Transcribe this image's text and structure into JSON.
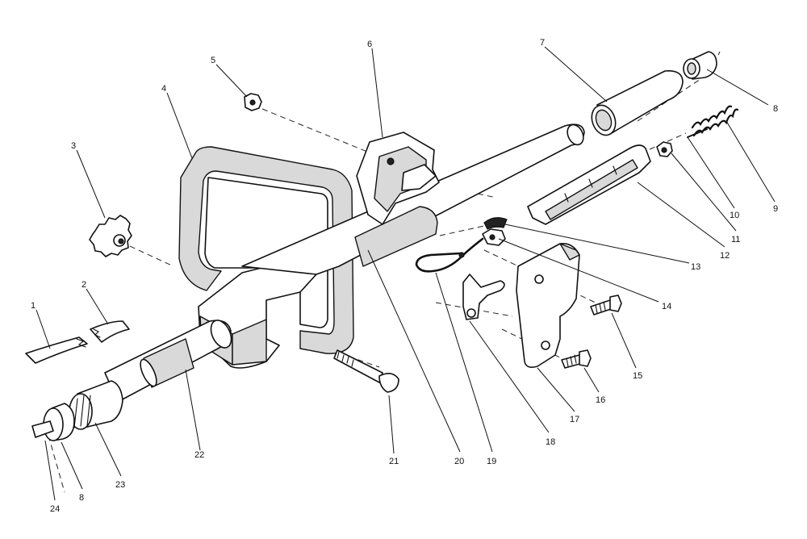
{
  "diagram": {
    "callouts": [
      {
        "label": "1"
      },
      {
        "label": "2"
      },
      {
        "label": "3"
      },
      {
        "label": "4"
      },
      {
        "label": "5"
      },
      {
        "label": "6"
      },
      {
        "label": "7"
      },
      {
        "label": "8"
      },
      {
        "label": "9"
      },
      {
        "label": "10"
      },
      {
        "label": "11"
      },
      {
        "label": "12"
      },
      {
        "label": "13"
      },
      {
        "label": "14"
      },
      {
        "label": "15"
      },
      {
        "label": "16"
      },
      {
        "label": "17"
      },
      {
        "label": "18"
      },
      {
        "label": "19"
      },
      {
        "label": "20"
      },
      {
        "label": "21"
      },
      {
        "label": "22"
      },
      {
        "label": "23"
      },
      {
        "label": "8"
      },
      {
        "label": "24"
      }
    ]
  }
}
